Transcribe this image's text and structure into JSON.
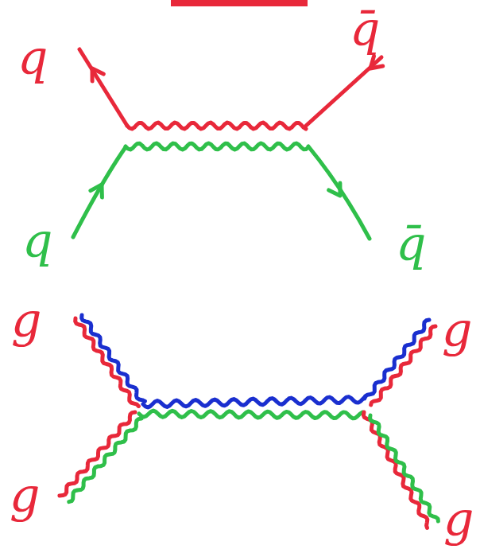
{
  "diagram": {
    "labels": [
      "q",
      "q̄",
      "q",
      "q̄",
      "g",
      "g",
      "g",
      "g"
    ]
  }
}
